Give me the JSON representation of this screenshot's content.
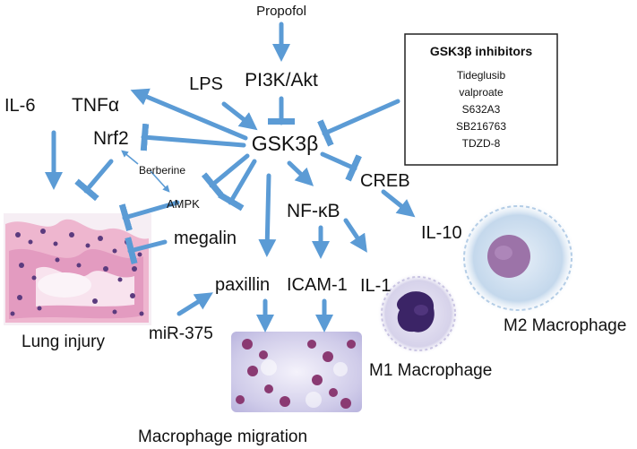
{
  "colors": {
    "arrow": "#5b9bd5",
    "text": "#111111",
    "box_border": "#222222",
    "tissue_pink": "#e8a9c6",
    "tissue_purple": "#5b3b7e",
    "m1_cytoplasm": "#dcd9ee",
    "m1_nucleus": "#3b2466",
    "m2_cytoplasm": "#cfe0ef",
    "m2_nucleus": "#9c73a8",
    "migration_bg": "#d9d6ee"
  },
  "nodes": {
    "propofol": "Propofol",
    "pi3k_akt": "PI3K/Akt",
    "lps": "LPS",
    "gsk3b": "GSK3β",
    "il6": "IL-6",
    "tnfa": "TNFα",
    "nrf2": "Nrf2",
    "berberine": "Berberine",
    "ampk": "AMPK",
    "megalin": "megalin",
    "nfkb": "NF-κB",
    "creb": "CREB",
    "il10": "IL-10",
    "il1": "IL-1",
    "paxillin": "paxillin",
    "icam1": "ICAM-1",
    "mir375": "miR-375",
    "lung_injury": "Lung injury",
    "m1": "M1 Macrophage",
    "m2": "M2 Macrophage",
    "migration": "Macrophage migration"
  },
  "inhibitors_box": {
    "title": "GSK3β inhibitors",
    "items": [
      "Tideglusib",
      "valproate",
      "S632A3",
      "SB216763",
      "TDZD-8"
    ]
  },
  "icons": {
    "lung_tissue": "lung-tissue-micrograph-icon",
    "m1_cell": "m1-macrophage-cell-icon",
    "m2_cell": "m2-macrophage-cell-icon",
    "migration_cells": "macrophage-migration-micrograph-icon"
  }
}
